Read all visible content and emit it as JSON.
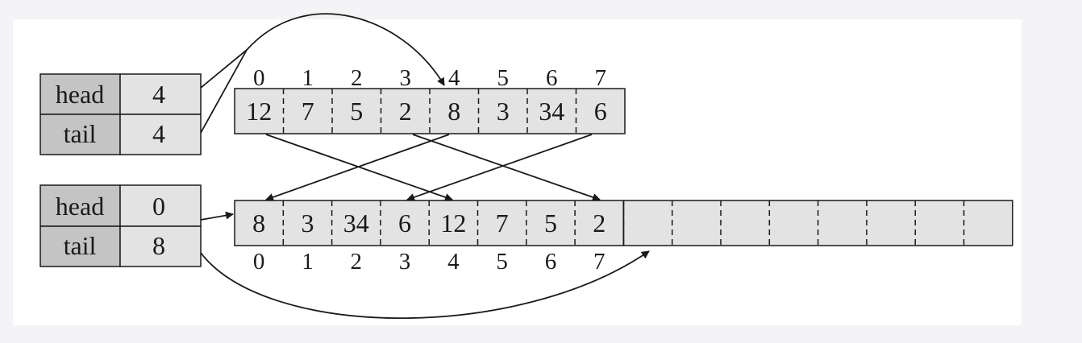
{
  "old_queue": {
    "head_label": "head",
    "head_value": "4",
    "tail_label": "tail",
    "tail_value": "4",
    "indices": [
      "0",
      "1",
      "2",
      "3",
      "4",
      "5",
      "6",
      "7"
    ],
    "cells": [
      "12",
      "7",
      "5",
      "2",
      "8",
      "3",
      "34",
      "6"
    ]
  },
  "new_queue": {
    "head_label": "head",
    "head_value": "0",
    "tail_label": "tail",
    "tail_value": "8",
    "indices": [
      "0",
      "1",
      "2",
      "3",
      "4",
      "5",
      "6",
      "7"
    ],
    "cells": [
      "8",
      "3",
      "34",
      "6",
      "12",
      "7",
      "5",
      "2",
      "",
      "",
      "",
      "",
      "",
      "",
      "",
      ""
    ]
  },
  "colors": {
    "label_fill": "#c4c4c4",
    "cell_fill": "#e3e3e3",
    "stroke": "#1a1a1a"
  }
}
